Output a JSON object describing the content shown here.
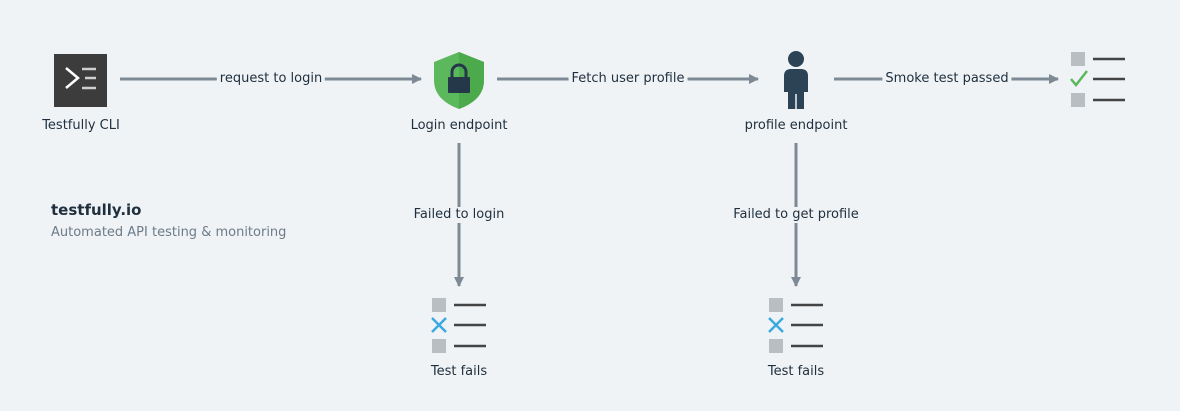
{
  "nodes": {
    "cli": "Testfully CLI",
    "login": "Login endpoint",
    "profile": "profile endpoint",
    "fail_login": "Test fails",
    "fail_profile": "Test fails"
  },
  "edges": {
    "request_login": "request to login",
    "fetch_profile": "Fetch user profile",
    "smoke_passed": "Smoke test passed",
    "failed_login": "Failed to login",
    "failed_profile": "Failed to get profile"
  },
  "brand": {
    "title": "testfully.io",
    "subtitle": "Automated API testing & monitoring"
  },
  "colors": {
    "background": "#eff3f6",
    "arrow": "#7d8995",
    "shield": "#5cb85c",
    "person": "#2c4356",
    "check": "#5cb85c",
    "cross": "#3aa9e0",
    "box": "#b9bec3",
    "line": "#444444",
    "terminal": "#3c3c3c"
  },
  "icons": {
    "cli": "terminal-icon",
    "login": "lock-shield-icon",
    "profile": "person-icon",
    "passed": "checklist-passed-icon",
    "failed": "checklist-failed-icon"
  }
}
